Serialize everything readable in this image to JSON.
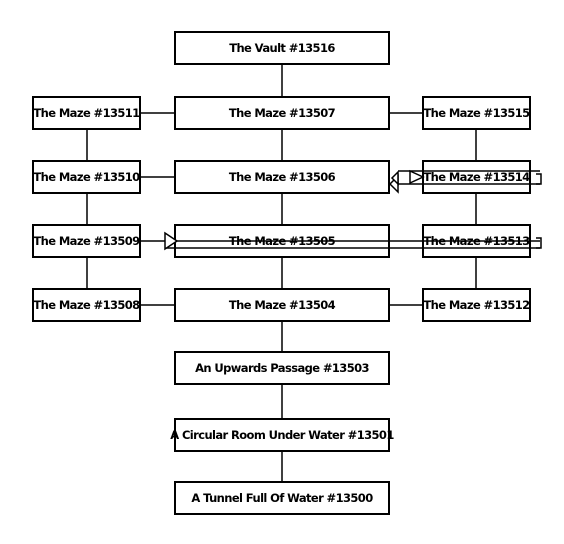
{
  "rooms": {
    "vault": "The Vault #13516",
    "maze_13511": "The Maze #13511",
    "maze_13507": "The Maze #13507",
    "maze_13515": "The Maze #13515",
    "maze_13510": "The Maze #13510",
    "maze_13506": "The Maze #13506",
    "maze_13514": "The Maze #13514",
    "maze_13509": "The Maze #13509",
    "maze_13505": "The Maze #13505",
    "maze_13513": "The Maze #13513",
    "maze_13508": "The Maze #13508",
    "maze_13504": "The Maze #13504",
    "maze_13512": "The Maze #13512",
    "upwards_passage": "An Upwards Passage #13503",
    "circular_room": "A Circular Room Under Water #13501",
    "tunnel": "A Tunnel Full Of Water #13500"
  }
}
